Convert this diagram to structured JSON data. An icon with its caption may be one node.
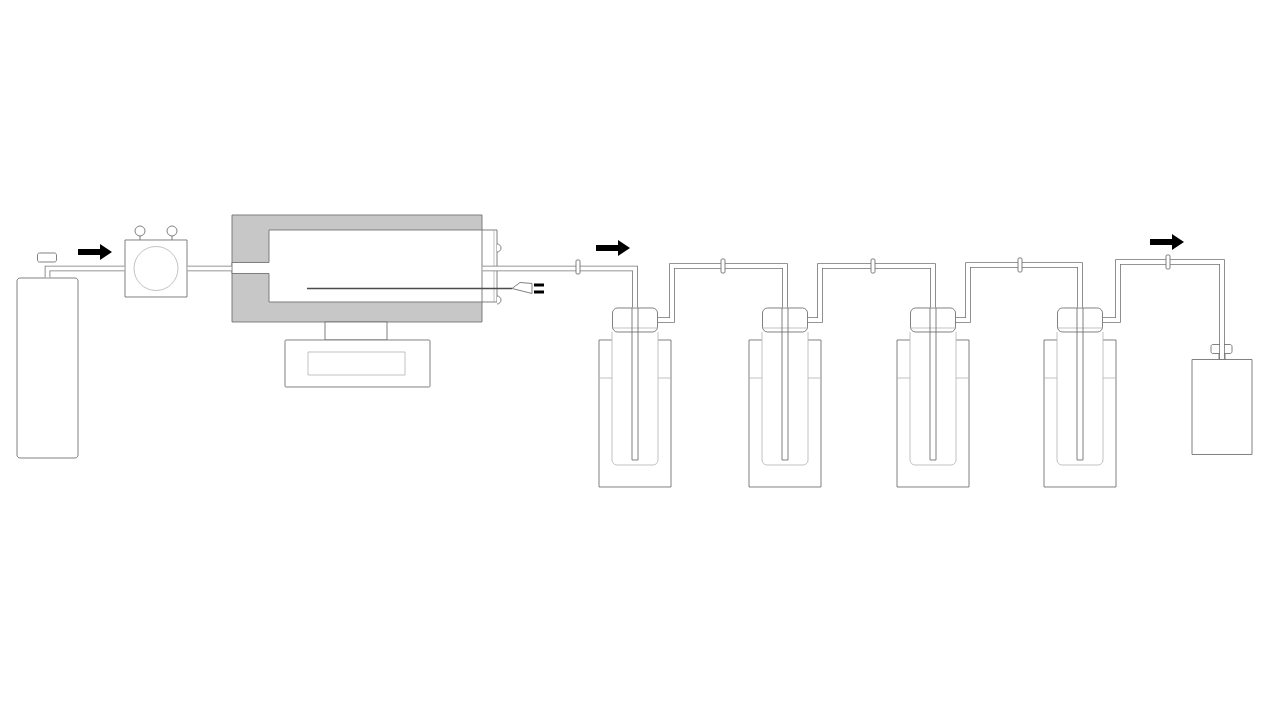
{
  "diagram": {
    "nodes": [
      {
        "text": [],
        "shape": "cylinder"
      },
      {
        "text": [],
        "shape": "box"
      },
      {
        "text": [],
        "shape": "box"
      },
      {
        "text": [],
        "shape": "bottle"
      },
      {
        "text": [],
        "shape": "bottle"
      },
      {
        "text": [],
        "shape": "bottle"
      },
      {
        "text": [],
        "shape": "bottle"
      },
      {
        "text": [],
        "shape": "box"
      }
    ],
    "edges": [
      {
        "from": 0,
        "to": 1,
        "arrow": "none"
      },
      {
        "from": 1,
        "to": 2,
        "arrow": "none"
      },
      {
        "from": 2,
        "to": 3,
        "arrow": "none"
      },
      {
        "from": 3,
        "to": 4,
        "arrow": "none"
      },
      {
        "from": 4,
        "to": 5,
        "arrow": "none"
      },
      {
        "from": 5,
        "to": 6,
        "arrow": "none"
      },
      {
        "from": 6,
        "to": 7,
        "arrow": "none"
      }
    ]
  }
}
